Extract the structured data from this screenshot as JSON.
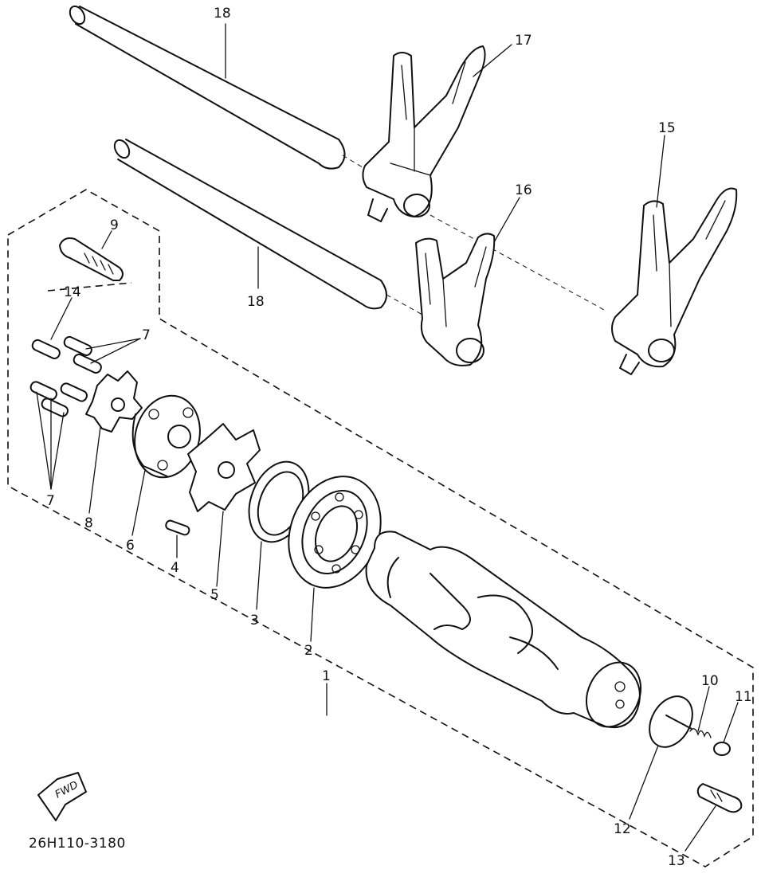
{
  "diagram": {
    "drawing_code": "26H110-3180",
    "direction_badge": "FWD",
    "callouts": [
      {
        "id": "c1",
        "label": "1"
      },
      {
        "id": "c2",
        "label": "2"
      },
      {
        "id": "c3",
        "label": "3"
      },
      {
        "id": "c4",
        "label": "4"
      },
      {
        "id": "c5",
        "label": "5"
      },
      {
        "id": "c6",
        "label": "6"
      },
      {
        "id": "c7a",
        "label": "7"
      },
      {
        "id": "c7b",
        "label": "7"
      },
      {
        "id": "c8",
        "label": "8"
      },
      {
        "id": "c9",
        "label": "9"
      },
      {
        "id": "c10",
        "label": "10"
      },
      {
        "id": "c11",
        "label": "11"
      },
      {
        "id": "c12",
        "label": "12"
      },
      {
        "id": "c13",
        "label": "13"
      },
      {
        "id": "c14",
        "label": "14"
      },
      {
        "id": "c15",
        "label": "15"
      },
      {
        "id": "c16",
        "label": "16"
      },
      {
        "id": "c17",
        "label": "17"
      },
      {
        "id": "c18a",
        "label": "18"
      },
      {
        "id": "c18b",
        "label": "18"
      }
    ]
  }
}
